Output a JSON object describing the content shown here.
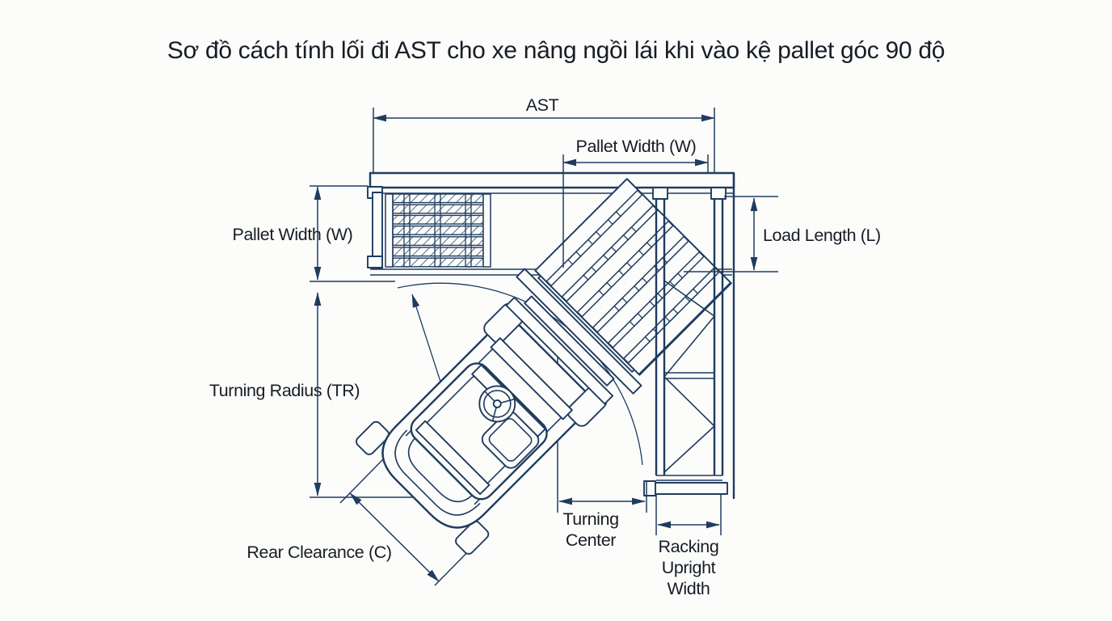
{
  "title": "Sơ đồ cách tính lối đi AST cho xe nâng ngồi lái khi vào kệ pallet góc 90 độ",
  "diagram": {
    "type": "technical-line-drawing",
    "subject": "forklift-aisle-ast-top-view",
    "labels": {
      "ast": "AST",
      "pallet_width_top": "Pallet Width (W)",
      "pallet_width_left": "Pallet Width (W)",
      "load_length": "Load Length (L)",
      "turning_radius": "Turning Radius (TR)",
      "rear_clearance": "Rear Clearance (C)",
      "turning_center_line1": "Turning",
      "turning_center_line2": "Center",
      "racking_upright_line1": "Racking",
      "racking_upright_line2": "Upright",
      "racking_upright_line3": "Width"
    },
    "colors": {
      "line": "#1f3c5f",
      "text": "#171d26",
      "background": "#fcfcfb"
    }
  }
}
